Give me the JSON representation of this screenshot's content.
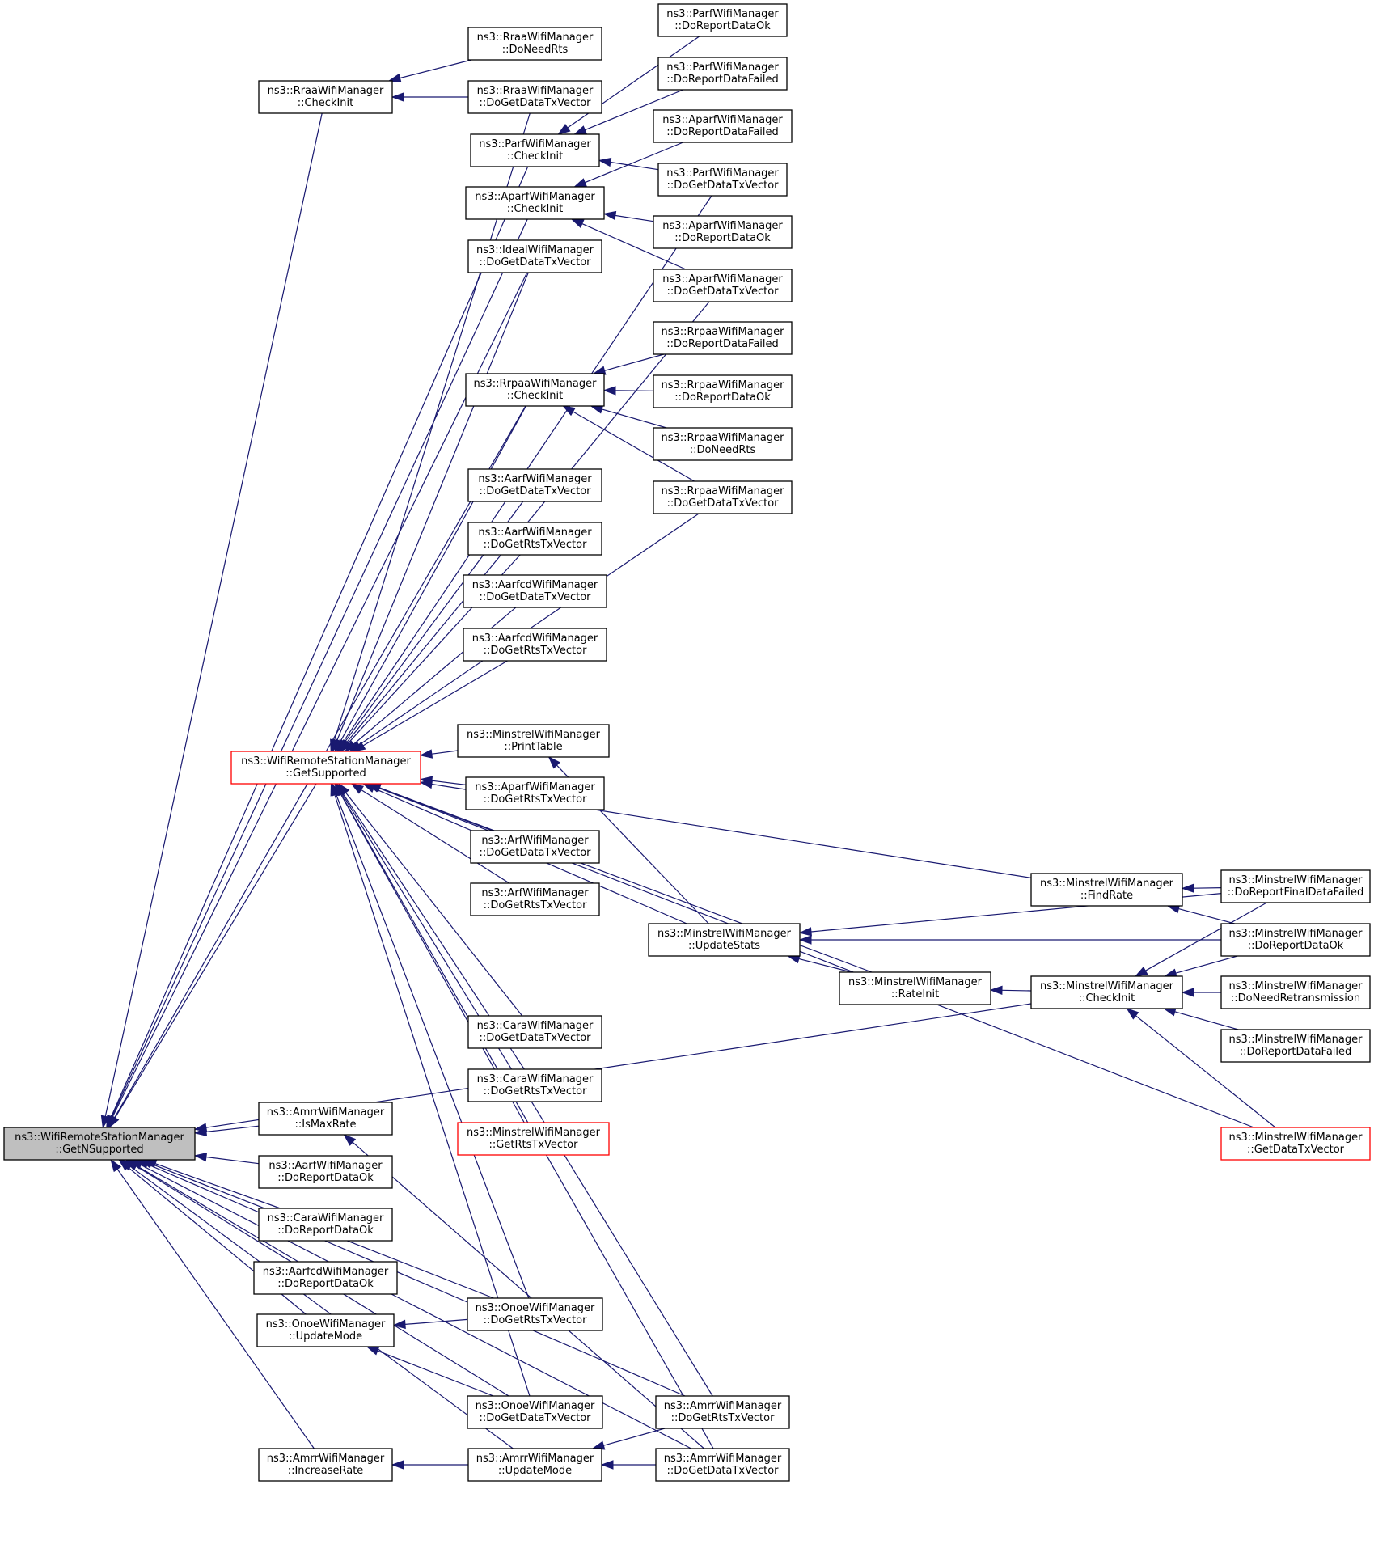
{
  "colors": {
    "edge": "#191970",
    "root_fill": "#bfbfbf",
    "highlight_border": "#ff0000",
    "border": "#000000"
  },
  "nodes": [
    {
      "id": "root",
      "l1": "ns3::WifiRemoteStationManager",
      "l2": "::GetNSupported",
      "style": "root"
    },
    {
      "id": "gs",
      "l1": "ns3::WifiRemoteStationManager",
      "l2": "::GetSupported",
      "style": "red"
    },
    {
      "id": "rraa_ci",
      "l1": "ns3::RraaWifiManager",
      "l2": "::CheckInit"
    },
    {
      "id": "amrr_imr",
      "l1": "ns3::AmrrWifiManager",
      "l2": "::IsMaxRate"
    },
    {
      "id": "aarf_rdo",
      "l1": "ns3::AarfWifiManager",
      "l2": "::DoReportDataOk"
    },
    {
      "id": "cara_rdo",
      "l1": "ns3::CaraWifiManager",
      "l2": "::DoReportDataOk"
    },
    {
      "id": "aarfcd_rdo",
      "l1": "ns3::AarfcdWifiManager",
      "l2": "::DoReportDataOk"
    },
    {
      "id": "onoe_um",
      "l1": "ns3::OnoeWifiManager",
      "l2": "::UpdateMode"
    },
    {
      "id": "amrr_ir",
      "l1": "ns3::AmrrWifiManager",
      "l2": "::IncreaseRate"
    },
    {
      "id": "rraa_dnr",
      "l1": "ns3::RraaWifiManager",
      "l2": "::DoNeedRts"
    },
    {
      "id": "rraa_gdtv",
      "l1": "ns3::RraaWifiManager",
      "l2": "::DoGetDataTxVector"
    },
    {
      "id": "parf_ci",
      "l1": "ns3::ParfWifiManager",
      "l2": "::CheckInit"
    },
    {
      "id": "aparf_ci",
      "l1": "ns3::AparfWifiManager",
      "l2": "::CheckInit"
    },
    {
      "id": "ideal_gdtv",
      "l1": "ns3::IdealWifiManager",
      "l2": "::DoGetDataTxVector"
    },
    {
      "id": "rrpaa_ci",
      "l1": "ns3::RrpaaWifiManager",
      "l2": "::CheckInit"
    },
    {
      "id": "aarf_gdtv",
      "l1": "ns3::AarfWifiManager",
      "l2": "::DoGetDataTxVector"
    },
    {
      "id": "aarf_grtv",
      "l1": "ns3::AarfWifiManager",
      "l2": "::DoGetRtsTxVector"
    },
    {
      "id": "aarfcd_gdtv",
      "l1": "ns3::AarfcdWifiManager",
      "l2": "::DoGetDataTxVector"
    },
    {
      "id": "aarfcd_grtv",
      "l1": "ns3::AarfcdWifiManager",
      "l2": "::DoGetRtsTxVector"
    },
    {
      "id": "min_pt",
      "l1": "ns3::MinstrelWifiManager",
      "l2": "::PrintTable"
    },
    {
      "id": "aparf_grtv",
      "l1": "ns3::AparfWifiManager",
      "l2": "::DoGetRtsTxVector"
    },
    {
      "id": "arf_gdtv",
      "l1": "ns3::ArfWifiManager",
      "l2": "::DoGetDataTxVector"
    },
    {
      "id": "arf_grtv",
      "l1": "ns3::ArfWifiManager",
      "l2": "::DoGetRtsTxVector"
    },
    {
      "id": "cara_gdtv",
      "l1": "ns3::CaraWifiManager",
      "l2": "::DoGetDataTxVector"
    },
    {
      "id": "cara_grtv",
      "l1": "ns3::CaraWifiManager",
      "l2": "::DoGetRtsTxVector"
    },
    {
      "id": "min_grtv",
      "l1": "ns3::MinstrelWifiManager",
      "l2": "::GetRtsTxVector",
      "style": "red"
    },
    {
      "id": "onoe_grtv",
      "l1": "ns3::OnoeWifiManager",
      "l2": "::DoGetRtsTxVector"
    },
    {
      "id": "onoe_gdtv",
      "l1": "ns3::OnoeWifiManager",
      "l2": "::DoGetDataTxVector"
    },
    {
      "id": "amrr_um",
      "l1": "ns3::AmrrWifiManager",
      "l2": "::UpdateMode"
    },
    {
      "id": "parf_rdo",
      "l1": "ns3::ParfWifiManager",
      "l2": "::DoReportDataOk"
    },
    {
      "id": "parf_rdf",
      "l1": "ns3::ParfWifiManager",
      "l2": "::DoReportDataFailed"
    },
    {
      "id": "aparf_rdf",
      "l1": "ns3::AparfWifiManager",
      "l2": "::DoReportDataFailed"
    },
    {
      "id": "parf_gdtv",
      "l1": "ns3::ParfWifiManager",
      "l2": "::DoGetDataTxVector"
    },
    {
      "id": "aparf_rdo",
      "l1": "ns3::AparfWifiManager",
      "l2": "::DoReportDataOk"
    },
    {
      "id": "aparf_gdtv",
      "l1": "ns3::AparfWifiManager",
      "l2": "::DoGetDataTxVector"
    },
    {
      "id": "rrpaa_rdf",
      "l1": "ns3::RrpaaWifiManager",
      "l2": "::DoReportDataFailed"
    },
    {
      "id": "rrpaa_rdo",
      "l1": "ns3::RrpaaWifiManager",
      "l2": "::DoReportDataOk"
    },
    {
      "id": "rrpaa_dnr",
      "l1": "ns3::RrpaaWifiManager",
      "l2": "::DoNeedRts"
    },
    {
      "id": "rrpaa_gdtv",
      "l1": "ns3::RrpaaWifiManager",
      "l2": "::DoGetDataTxVector"
    },
    {
      "id": "min_us",
      "l1": "ns3::MinstrelWifiManager",
      "l2": "::UpdateStats"
    },
    {
      "id": "amrr_grtv",
      "l1": "ns3::AmrrWifiManager",
      "l2": "::DoGetRtsTxVector"
    },
    {
      "id": "amrr_gdtv",
      "l1": "ns3::AmrrWifiManager",
      "l2": "::DoGetDataTxVector"
    },
    {
      "id": "min_ri",
      "l1": "ns3::MinstrelWifiManager",
      "l2": "::RateInit"
    },
    {
      "id": "min_fr",
      "l1": "ns3::MinstrelWifiManager",
      "l2": "::FindRate"
    },
    {
      "id": "min_ci",
      "l1": "ns3::MinstrelWifiManager",
      "l2": "::CheckInit"
    },
    {
      "id": "min_rfdf",
      "l1": "ns3::MinstrelWifiManager",
      "l2": "::DoReportFinalDataFailed"
    },
    {
      "id": "min_rdo",
      "l1": "ns3::MinstrelWifiManager",
      "l2": "::DoReportDataOk"
    },
    {
      "id": "min_dnrt",
      "l1": "ns3::MinstrelWifiManager",
      "l2": "::DoNeedRetransmission"
    },
    {
      "id": "min_rdf",
      "l1": "ns3::MinstrelWifiManager",
      "l2": "::DoReportDataFailed"
    },
    {
      "id": "min_gdtv",
      "l1": "ns3::MinstrelWifiManager",
      "l2": "::GetDataTxVector",
      "style": "red"
    }
  ],
  "edges": [
    [
      "rraa_ci",
      "root"
    ],
    [
      "parf_ci",
      "root"
    ],
    [
      "aparf_ci",
      "root"
    ],
    [
      "ideal_gdtv",
      "root"
    ],
    [
      "rrpaa_ci",
      "root"
    ],
    [
      "gs",
      "root"
    ],
    [
      "amrr_imr",
      "root"
    ],
    [
      "aarf_rdo",
      "root"
    ],
    [
      "cara_rdo",
      "root"
    ],
    [
      "aarfcd_rdo",
      "root"
    ],
    [
      "onoe_um",
      "root"
    ],
    [
      "onoe_gdtv",
      "root"
    ],
    [
      "amrr_ir",
      "root"
    ],
    [
      "amrr_um",
      "root"
    ],
    [
      "amrr_gdtv",
      "root"
    ],
    [
      "amrr_grtv",
      "root"
    ],
    [
      "onoe_grtv",
      "root"
    ],
    [
      "min_ci",
      "root"
    ],
    [
      "rraa_dnr",
      "rraa_ci"
    ],
    [
      "rraa_gdtv",
      "rraa_ci"
    ],
    [
      "parf_rdo",
      "parf_ci"
    ],
    [
      "parf_rdf",
      "parf_ci"
    ],
    [
      "parf_gdtv",
      "parf_ci"
    ],
    [
      "aparf_rdf",
      "aparf_ci"
    ],
    [
      "aparf_rdo",
      "aparf_ci"
    ],
    [
      "aparf_gdtv",
      "aparf_ci"
    ],
    [
      "rrpaa_rdf",
      "rrpaa_ci"
    ],
    [
      "rrpaa_rdo",
      "rrpaa_ci"
    ],
    [
      "rrpaa_dnr",
      "rrpaa_ci"
    ],
    [
      "rrpaa_gdtv",
      "rrpaa_ci"
    ],
    [
      "rraa_gdtv",
      "gs"
    ],
    [
      "parf_gdtv",
      "gs"
    ],
    [
      "aparf_gdtv",
      "gs"
    ],
    [
      "ideal_gdtv",
      "gs"
    ],
    [
      "rrpaa_ci",
      "gs"
    ],
    [
      "rrpaa_gdtv",
      "gs"
    ],
    [
      "aarf_gdtv",
      "gs"
    ],
    [
      "aarf_grtv",
      "gs"
    ],
    [
      "aarfcd_gdtv",
      "gs"
    ],
    [
      "aarfcd_grtv",
      "gs"
    ],
    [
      "min_pt",
      "gs"
    ],
    [
      "aparf_grtv",
      "gs"
    ],
    [
      "arf_gdtv",
      "gs"
    ],
    [
      "arf_grtv",
      "gs"
    ],
    [
      "min_us",
      "gs"
    ],
    [
      "min_ri",
      "gs"
    ],
    [
      "cara_gdtv",
      "gs"
    ],
    [
      "cara_grtv",
      "gs"
    ],
    [
      "min_grtv",
      "gs"
    ],
    [
      "min_fr",
      "gs"
    ],
    [
      "onoe_grtv",
      "gs"
    ],
    [
      "onoe_gdtv",
      "gs"
    ],
    [
      "amrr_grtv",
      "gs"
    ],
    [
      "amrr_gdtv",
      "gs"
    ],
    [
      "min_gdtv",
      "gs"
    ],
    [
      "onoe_grtv",
      "onoe_um"
    ],
    [
      "onoe_gdtv",
      "onoe_um"
    ],
    [
      "amrr_um",
      "amrr_ir"
    ],
    [
      "amrr_grtv",
      "amrr_um"
    ],
    [
      "amrr_gdtv",
      "amrr_um"
    ],
    [
      "amrr_gdtv",
      "amrr_imr"
    ],
    [
      "min_us",
      "min_pt"
    ],
    [
      "min_rfdf",
      "min_us"
    ],
    [
      "min_rdo",
      "min_us"
    ],
    [
      "min_ri",
      "min_us"
    ],
    [
      "min_ci",
      "min_ri"
    ],
    [
      "min_rfdf",
      "min_fr"
    ],
    [
      "min_rdo",
      "min_fr"
    ],
    [
      "min_rfdf",
      "min_ci"
    ],
    [
      "min_rdo",
      "min_ci"
    ],
    [
      "min_dnrt",
      "min_ci"
    ],
    [
      "min_rdf",
      "min_ci"
    ],
    [
      "min_gdtv",
      "min_ci"
    ]
  ]
}
